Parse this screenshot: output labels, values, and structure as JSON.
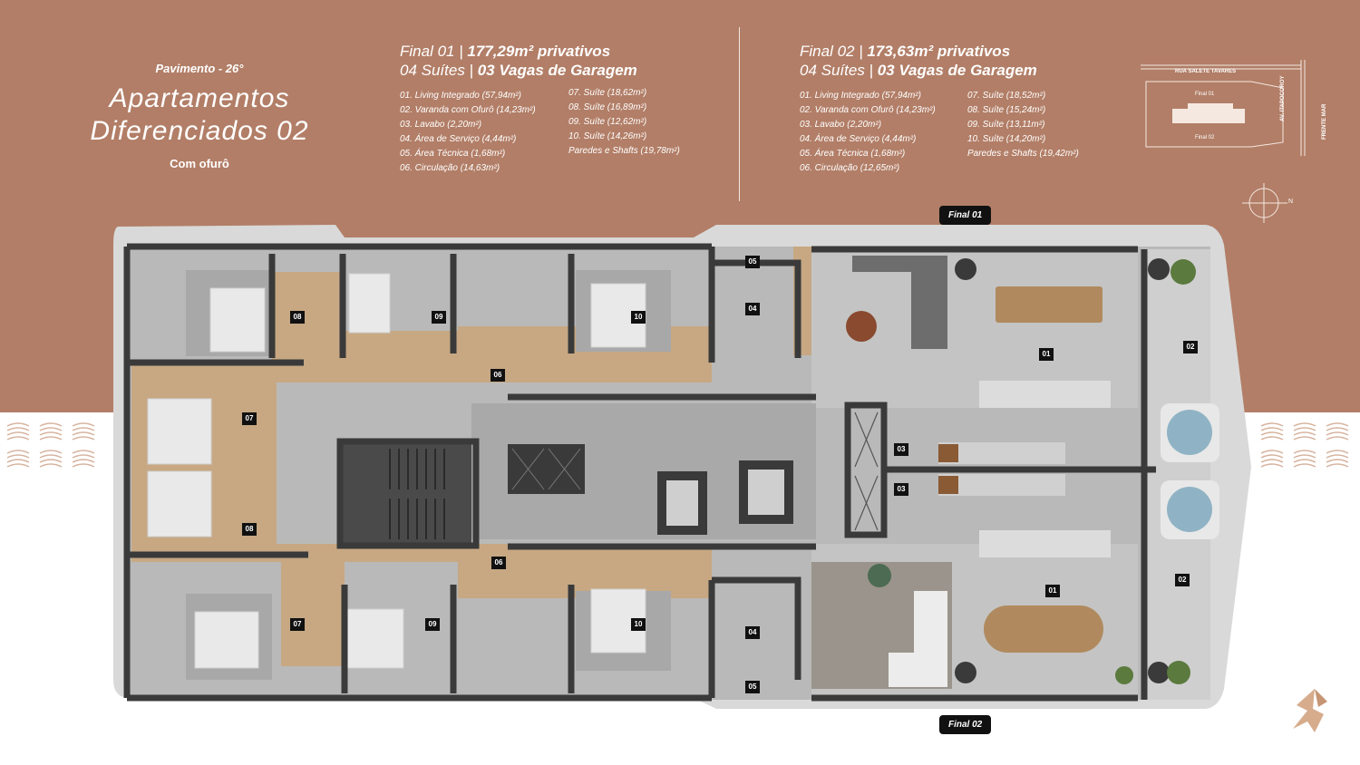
{
  "header": {
    "floor": "Pavimento - 26°",
    "title_line1": "Apartamentos",
    "title_line2": "Diferenciados 02",
    "subtitle": "Com ofurô"
  },
  "final01": {
    "line1_a": "Final 01 | ",
    "line1_b": "177,29m² privativos",
    "line2_a": "04 Suítes | ",
    "line2_b": "03 Vagas de Garagem",
    "col1": [
      "01. Living Integrado (57,94m²)",
      "02. Varanda com Ofurô (14,23m²)",
      "03. Lavabo (2,20m²)",
      "04. Área de Serviço (4,44m²)",
      "05. Área Técnica (1,68m²)",
      "06. Circulação (14,63m²)"
    ],
    "col2": [
      "07. Suíte (18,62m²)",
      "08. Suíte (16,89m²)",
      "09. Suíte (12,62m²)",
      "10. Suíte (14,26m²)",
      "Paredes e Shafts (19,78m²)"
    ]
  },
  "final02": {
    "line1_a": "Final 02 | ",
    "line1_b": "173,63m² privativos",
    "line2_a": "04 Suítes | ",
    "line2_b": "03 Vagas de Garagem",
    "col1": [
      "01. Living Integrado (57,94m²)",
      "02. Varanda com Ofurô (14,23m²)",
      "03. Lavabo (2,20m²)",
      "04. Área de Serviço (4,44m²)",
      "05. Área Técnica (1,68m²)",
      "06. Circulação (12,65m²)"
    ],
    "col2": [
      "07. Suíte (18,52m²)",
      "08. Suíte (15,24m²)",
      "09. Suíte (13,11m²)",
      "10. Suíte (14,20m²)",
      "Paredes e Shafts (19,42m²)"
    ]
  },
  "site_map": {
    "street_top": "RUA SALETE TAVARES",
    "street_right": "AV. ITAPOCOROY",
    "sea": "FRENTE MAR",
    "final01": "Final 01",
    "final02": "Final 02",
    "north": "N"
  },
  "tags": {
    "top": "Final 01",
    "bottom": "Final 02"
  },
  "room_labels": {
    "r08a": "08",
    "r09a": "09",
    "r10a": "10",
    "r05a": "05",
    "r04a": "04",
    "r06a": "06",
    "r07a": "07",
    "r08b": "08",
    "r06b": "06",
    "r07b": "07",
    "r09b": "09",
    "r10b": "10",
    "r04b": "04",
    "r05b": "05",
    "r01a": "01",
    "r02a": "02",
    "r03a": "03",
    "r03b": "03",
    "r01b": "01",
    "r02b": "02"
  },
  "colors": {
    "band": "#b27e67",
    "wall": "#3a3a3a",
    "wood": "#c7a883",
    "tile": "#bdbdbd"
  }
}
